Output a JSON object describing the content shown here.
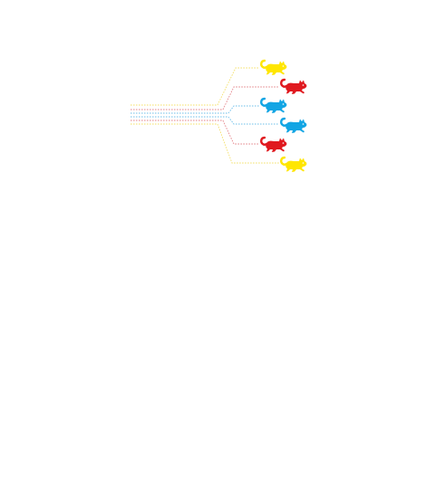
{
  "colors": {
    "background": "#ffffff",
    "yellow": "#ffe600",
    "red": "#e0191f",
    "blue": "#12a5e4",
    "stroke_yellow": "#f4e06a",
    "stroke_red": "#e4848a",
    "stroke_blue": "#73c2ea"
  },
  "illustration": {
    "cats": [
      {
        "id": 1,
        "color": "yellow",
        "icon": "running-cat-icon"
      },
      {
        "id": 2,
        "color": "red",
        "icon": "running-cat-icon"
      },
      {
        "id": 3,
        "color": "blue",
        "icon": "running-cat-icon"
      },
      {
        "id": 4,
        "color": "blue",
        "icon": "running-cat-icon"
      },
      {
        "id": 5,
        "color": "red",
        "icon": "running-cat-icon"
      },
      {
        "id": 6,
        "color": "yellow",
        "icon": "running-cat-icon"
      }
    ]
  }
}
